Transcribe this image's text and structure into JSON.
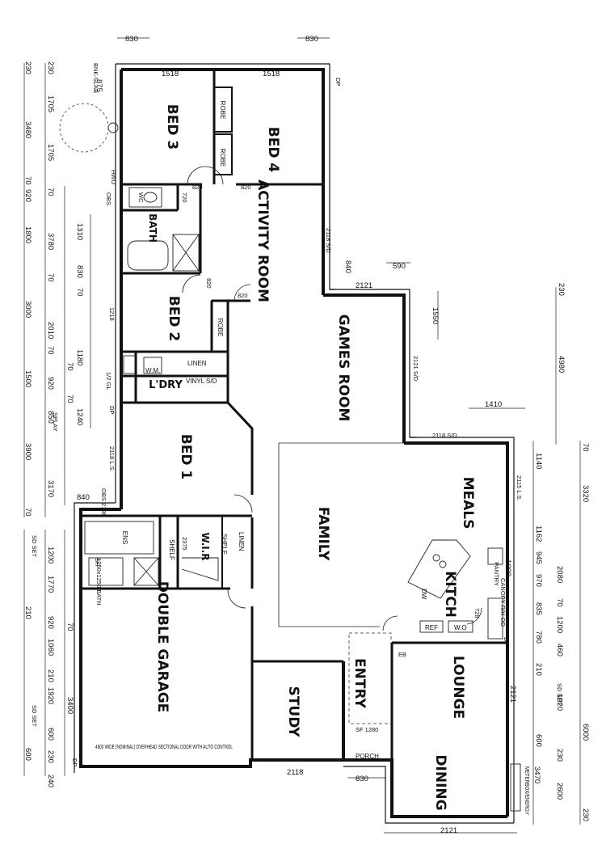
{
  "rooms": {
    "bed3": "BED 3",
    "bed4": "BED 4",
    "activity": "ACTIVITY ROOM",
    "bed2": "BED 2",
    "games": "GAMES ROOM",
    "bed1": "BED 1",
    "family": "FAMILY",
    "meals": "MEALS",
    "kitchen": "KITCH",
    "garage": "DOUBLE GARAGE",
    "study": "STUDY",
    "entry": "ENTRY",
    "lounge": "LOUNGE",
    "dining": "DINING",
    "bath": "BATH",
    "ldry": "L'DRY",
    "wir": "W.I.R",
    "ens": "ENS",
    "porch": "PORCH"
  },
  "labels": {
    "robe1": "ROBE",
    "robe2": "ROBE",
    "robe3": "ROBE",
    "linen1": "LINEN",
    "linen2": "LINEN",
    "wm": "W.M.",
    "vinyl": "VINYL S/D",
    "shelf1": "SHELF",
    "shelf2": "SHELF",
    "ref": "REF",
    "wo": "W.O",
    "dw": "DW",
    "pantry": "PANTRY",
    "canopy": "CANOPY R/H OD",
    "wc": "WC",
    "sh": "SH",
    "bath_ens": "1250x1250 BATH",
    "garage_door": "4800 WIDE (NOMINAL) OVERHEAD SECTIONAL DOOR WITH AUTO CONTROL",
    "meter": "METERBOX/ENERGY",
    "eb": "EB",
    "bench": "BNK-SLAB",
    "dp1": "DP",
    "dp2": "DP",
    "dp3": "DP",
    "dp4": "DP",
    "sd_games": "2121 S/D",
    "sd_act": "2118 S/D",
    "sd_meals": "2118 S/D",
    "ls_bed1": "2118 L.S.",
    "ls_meals": "2115 L.S.",
    "ls_bed2": "1218",
    "gl_half": "1/2 GL",
    "obs": "OBS",
    "obs_wc": "OBS 2186",
    "hwu": "HWU",
    "dr_820a": "820",
    "dr_820b": "820",
    "dr_820c": "820",
    "dr_820d": "820",
    "dr_720": "720",
    "dr_2375": "2375",
    "sf_1280": "SF 1280",
    "d_728": "728",
    "sd_set1": "SD SET",
    "sd_set2": "SD SET",
    "sd_set3": "SD SET",
    "splay": "SPLAY"
  },
  "dims": {
    "top_830a": "830",
    "top_830b": "830",
    "top_1518a": "1518",
    "top_1518b": "1518",
    "t_590": "590",
    "t_840": "840",
    "t_2121a": "2121",
    "t_1550": "1550",
    "t_1410": "1410",
    "t_4980": "4980",
    "t_230r": "230",
    "l_230a": "230",
    "l_230b": "230",
    "l_875": "875",
    "l_1705a": "1705",
    "l_1705b": "1705",
    "l_3480": "3480",
    "l_70a": "70",
    "l_920a": "920",
    "l_70b": "70",
    "l_1310": "1310",
    "l_1800": "1800",
    "l_3780": "3780",
    "l_70c": "70",
    "l_830": "830",
    "l_70d": "70",
    "l_3000": "3000",
    "l_2010": "2010",
    "l_70e": "70",
    "l_1180": "1180",
    "l_70f": "70",
    "l_1500": "1500",
    "l_920b": "920",
    "l_70g": "70",
    "l_1240": "1240",
    "l_850": "850",
    "l_3900": "3900",
    "l_3170": "3170",
    "l_840": "840",
    "l_70h": "70",
    "l_1200": "1200",
    "l_1770": "1770",
    "l_210": "210",
    "l_920c": "920",
    "l_1060": "1060",
    "l_70i": "70",
    "l_1920": "1920",
    "l_3400": "3400",
    "l_210b": "210",
    "l_600a": "600",
    "l_600b": "600",
    "l_230c": "230",
    "l_240": "240",
    "b_2118": "2118",
    "b_830": "830",
    "b_2121": "2121",
    "r_1140": "1140",
    "r_1162": "1162",
    "r_3320": "3320",
    "r_945": "945",
    "r_970": "970",
    "r_835": "835",
    "r_2080": "2080",
    "r_70a": "70",
    "r_1200": "1200",
    "r_460": "460",
    "r_210": "210",
    "r_1920": "1920",
    "r_6000": "6000",
    "r_600": "600",
    "r_230": "230",
    "r_2600": "2600",
    "r_3470": "3470",
    "r_230b": "230",
    "r_70b": "70",
    "r_1009": "1009",
    "r_2121": "2121",
    "r_780": "780"
  }
}
